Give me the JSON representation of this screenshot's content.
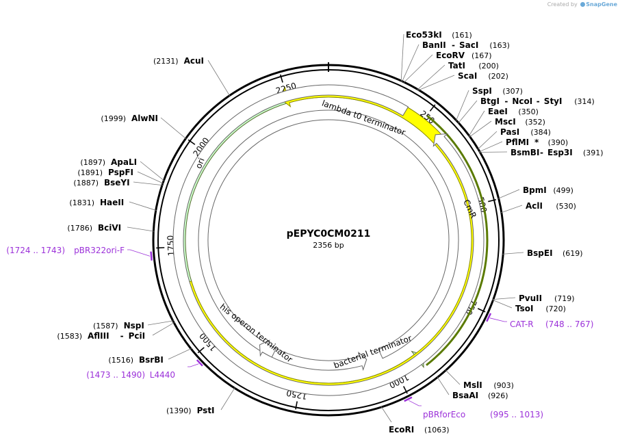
{
  "header": {
    "credit_prefix": "Created by",
    "credit_brand": "SnapGene"
  },
  "plasmid": {
    "name": "pEPYC0CM0211",
    "size_label": "2356 bp",
    "length": 2356
  },
  "ticks": [
    {
      "pos": 250,
      "label": "250"
    },
    {
      "pos": 500,
      "label": "500"
    },
    {
      "pos": 750,
      "label": "750"
    },
    {
      "pos": 1000,
      "label": "1000"
    },
    {
      "pos": 1250,
      "label": "1250"
    },
    {
      "pos": 1500,
      "label": "1500"
    },
    {
      "pos": 1750,
      "label": "1750"
    },
    {
      "pos": 2000,
      "label": "2000"
    },
    {
      "pos": 2250,
      "label": "2250"
    }
  ],
  "features": [
    {
      "name": "lambda t0 terminator",
      "type": "terminator",
      "start": 202,
      "end": 297,
      "color": "#ffffff"
    },
    {
      "name": "CmR",
      "start": 260,
      "end": 919,
      "color": "#ccffcc",
      "selected_outline": "#5a7a00"
    },
    {
      "name": "bacterial terminator",
      "type": "terminator",
      "start": 1017,
      "end": 1062,
      "color": "#ffffff"
    },
    {
      "name": "his operon terminator",
      "type": "terminator",
      "start": 1347,
      "end": 1396,
      "color": "#ffffff"
    },
    {
      "name": "ori",
      "start": 2234,
      "end": 1658,
      "color": "#ffff00"
    }
  ],
  "sites": [
    {
      "name": "Eco53kI",
      "pos": "(161)"
    },
    {
      "name": "BanII",
      "pos": "(163)",
      "alt": "SacI"
    },
    {
      "name": "EcoRV",
      "pos": "(167)"
    },
    {
      "name": "TatI",
      "pos": "(200)"
    },
    {
      "name": "ScaI",
      "pos": "(202)"
    },
    {
      "name": "SspI",
      "pos": "(307)"
    },
    {
      "name": "BtgI",
      "pos": "(314)",
      "alt": "NcoI",
      "alt2": "StyI"
    },
    {
      "name": "EaeI",
      "pos": "(350)"
    },
    {
      "name": "MscI",
      "pos": "(352)"
    },
    {
      "name": "PasI",
      "pos": "(384)"
    },
    {
      "name": "PflMI",
      "pos": "(390)",
      "star": "*"
    },
    {
      "name": "BsmBI",
      "pos": "(391)",
      "alt": "Esp3I"
    },
    {
      "name": "BpmI",
      "pos": "(499)"
    },
    {
      "name": "AclI",
      "pos": "(530)"
    },
    {
      "name": "BspEI",
      "pos": "(619)"
    },
    {
      "name": "PvuII",
      "pos": "(719)"
    },
    {
      "name": "TsoI",
      "pos": "(720)"
    },
    {
      "name": "MslI",
      "pos": "(903)"
    },
    {
      "name": "BsaAI",
      "pos": "(926)"
    },
    {
      "name": "EcoRI",
      "pos": "(1063)"
    },
    {
      "name": "PstI",
      "pos": "(1390)"
    },
    {
      "name": "BsrBI",
      "pos": "(1516)"
    },
    {
      "name": "AflIII",
      "pos": "(1583)",
      "alt": "PciI"
    },
    {
      "name": "NspI",
      "pos": "(1587)"
    },
    {
      "name": "BciVI",
      "pos": "(1786)"
    },
    {
      "name": "HaeII",
      "pos": "(1831)"
    },
    {
      "name": "BseYI",
      "pos": "(1887)"
    },
    {
      "name": "PspFI",
      "pos": "(1891)"
    },
    {
      "name": "ApaLI",
      "pos": "(1897)"
    },
    {
      "name": "AlwNI",
      "pos": "(1999)"
    },
    {
      "name": "AcuI",
      "pos": "(2131)"
    }
  ],
  "primers": [
    {
      "name": "CAT-R",
      "range": "(748 .. 767)",
      "start": 748,
      "end": 767
    },
    {
      "name": "pBRforEco",
      "range": "(995 .. 1013)",
      "start": 995,
      "end": 1013
    },
    {
      "name": "L4440",
      "range": "(1473 .. 1490)",
      "start": 1473,
      "end": 1490
    },
    {
      "name": "pBR322ori-F",
      "range": "(1724 .. 1743)",
      "start": 1724,
      "end": 1743
    }
  ],
  "colors": {
    "backbone": "#000000",
    "primer": "#9b30d9",
    "cmr_fill": "#ccffcc",
    "ori_fill": "#ffff00"
  }
}
